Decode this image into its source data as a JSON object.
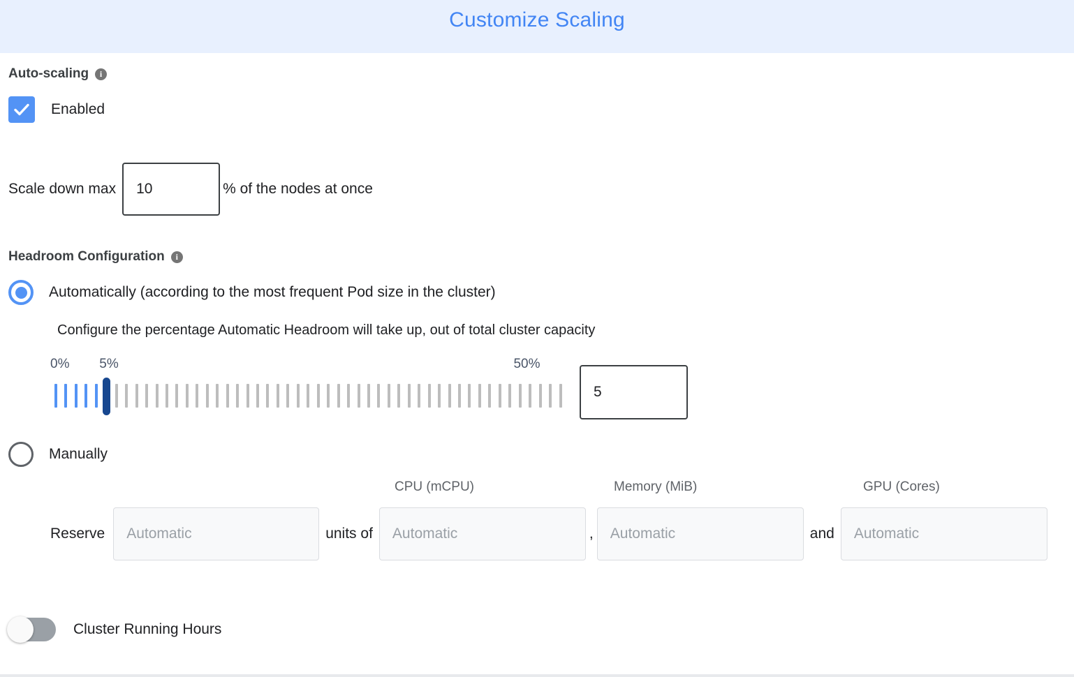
{
  "header": {
    "title": "Customize Scaling",
    "bg_color": "#e8f0fe",
    "title_color": "#4285f4"
  },
  "autoscaling": {
    "section_label": "Auto-scaling",
    "info_glyph": "i",
    "enabled_label": "Enabled",
    "enabled_checked": true,
    "scale_down": {
      "prefix_label": "Scale down max",
      "value": "10",
      "placeholder": "",
      "suffix_label": "% of the nodes at once"
    }
  },
  "headroom": {
    "section_label": "Headroom Configuration",
    "info_glyph": "i",
    "automatic": {
      "label": "Automatically (according to the most frequent Pod size in the cluster)",
      "selected": true,
      "help_text": "Configure the percentage Automatic Headroom will take up, out of total cluster capacity",
      "slider": {
        "min_label": "0%",
        "value_label": "5%",
        "max_label": "50%",
        "min": 0,
        "max": 50,
        "value": 5,
        "tick_count": 51,
        "value_box": "5",
        "filled_color": "#5393f5",
        "empty_color": "#bdbdbd",
        "thumb_color": "#17478f"
      }
    },
    "manual": {
      "label": "Manually",
      "selected": false,
      "columns": [
        {
          "key": "units",
          "header": ""
        },
        {
          "key": "cpu",
          "header": "CPU (mCPU)"
        },
        {
          "key": "memory",
          "header": "Memory (MiB)"
        },
        {
          "key": "gpu",
          "header": "GPU (Cores)"
        }
      ],
      "reserve_label": "Reserve",
      "units_of_label": "units of",
      "comma_label": ",",
      "and_label": "and",
      "fields": [
        {
          "name": "units",
          "value": "",
          "placeholder": "Automatic"
        },
        {
          "name": "cpu",
          "value": "",
          "placeholder": "Automatic"
        },
        {
          "name": "memory",
          "value": "",
          "placeholder": "Automatic"
        },
        {
          "name": "gpu",
          "value": "",
          "placeholder": "Automatic"
        }
      ]
    }
  },
  "cluster_running_hours": {
    "label": "Cluster Running Hours",
    "enabled": false
  }
}
